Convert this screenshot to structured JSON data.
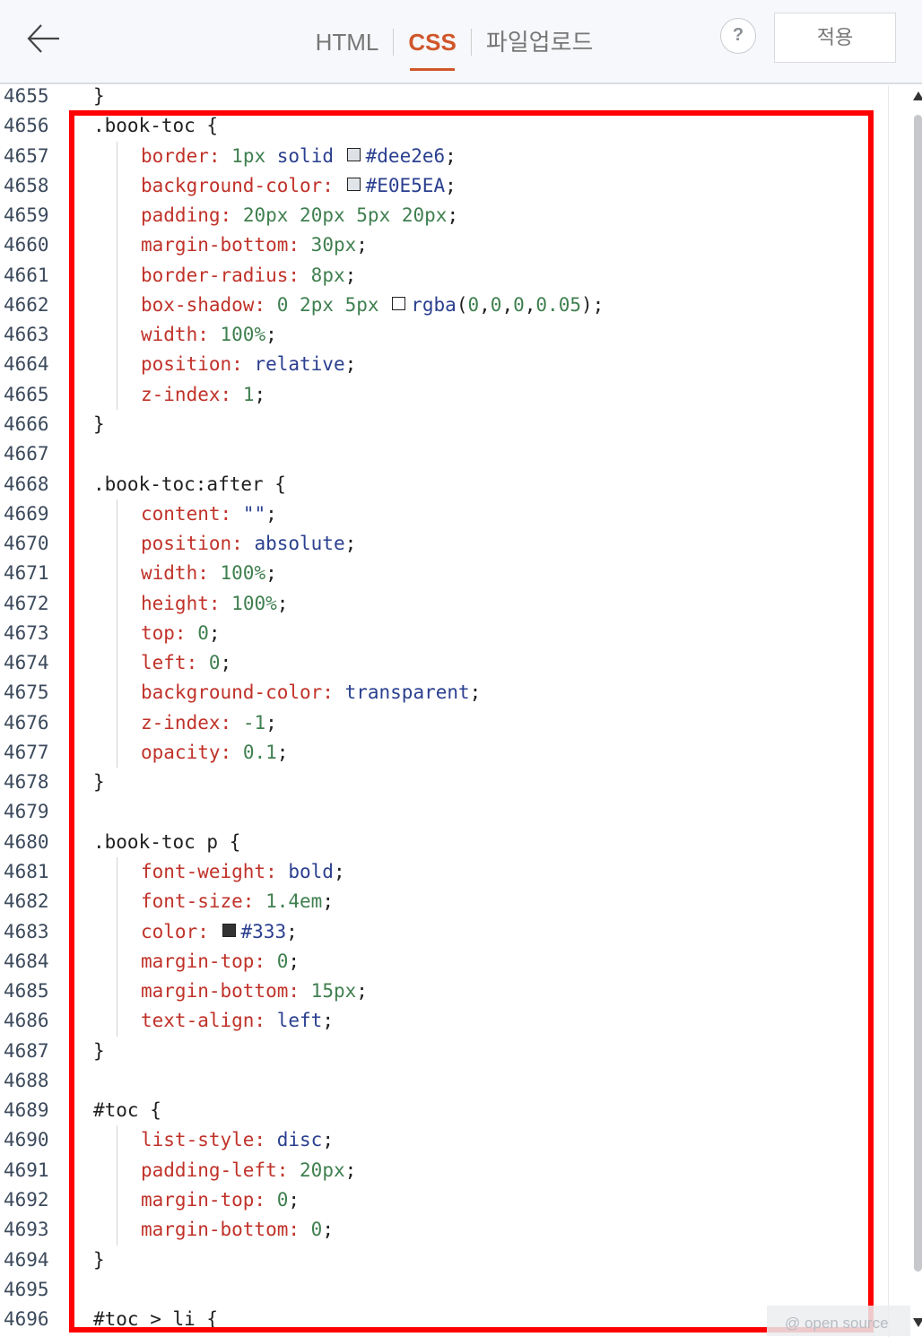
{
  "header": {
    "tabs": [
      {
        "label": "HTML",
        "active": false
      },
      {
        "label": "CSS",
        "active": true
      },
      {
        "label": "파일업로드",
        "active": false
      }
    ],
    "help_label": "?",
    "apply_label": "적용"
  },
  "colors": {
    "accent": "#d0562a",
    "highlight": "#ff0000",
    "property": "#c03229",
    "number": "#3f7f4f",
    "keyword": "#2a3f8f"
  },
  "watermark": "@ open source",
  "code_lines": [
    {
      "n": "4655",
      "text": "}"
    },
    {
      "n": "4656",
      "text": ".book-toc {"
    },
    {
      "n": "4657",
      "text": "border: 1px solid #dee2e6;"
    },
    {
      "n": "4658",
      "text": "background-color: #E0E5EA;"
    },
    {
      "n": "4659",
      "text": "padding: 20px 20px 5px 20px;"
    },
    {
      "n": "4660",
      "text": "margin-bottom: 30px;"
    },
    {
      "n": "4661",
      "text": "border-radius: 8px;"
    },
    {
      "n": "4662",
      "text": "box-shadow: 0 2px 5px rgba(0,0,0,0.05);"
    },
    {
      "n": "4663",
      "text": "width: 100%;"
    },
    {
      "n": "4664",
      "text": "position: relative;"
    },
    {
      "n": "4665",
      "text": "z-index: 1;"
    },
    {
      "n": "4666",
      "text": "}"
    },
    {
      "n": "4667",
      "text": ""
    },
    {
      "n": "4668",
      "text": ".book-toc:after {"
    },
    {
      "n": "4669",
      "text": "content: \"\";"
    },
    {
      "n": "4670",
      "text": "position: absolute;"
    },
    {
      "n": "4671",
      "text": "width: 100%;"
    },
    {
      "n": "4672",
      "text": "height: 100%;"
    },
    {
      "n": "4673",
      "text": "top: 0;"
    },
    {
      "n": "4674",
      "text": "left: 0;"
    },
    {
      "n": "4675",
      "text": "background-color: transparent;"
    },
    {
      "n": "4676",
      "text": "z-index: -1;"
    },
    {
      "n": "4677",
      "text": "opacity: 0.1;"
    },
    {
      "n": "4678",
      "text": "}"
    },
    {
      "n": "4679",
      "text": ""
    },
    {
      "n": "4680",
      "text": ".book-toc p {"
    },
    {
      "n": "4681",
      "text": "font-weight: bold;"
    },
    {
      "n": "4682",
      "text": "font-size: 1.4em;"
    },
    {
      "n": "4683",
      "text": "color: #333;"
    },
    {
      "n": "4684",
      "text": "margin-top: 0;"
    },
    {
      "n": "4685",
      "text": "margin-bottom: 15px;"
    },
    {
      "n": "4686",
      "text": "text-align: left;"
    },
    {
      "n": "4687",
      "text": "}"
    },
    {
      "n": "4688",
      "text": ""
    },
    {
      "n": "4689",
      "text": "#toc {"
    },
    {
      "n": "4690",
      "text": "list-style: disc;"
    },
    {
      "n": "4691",
      "text": "padding-left: 20px;"
    },
    {
      "n": "4692",
      "text": "margin-top: 0;"
    },
    {
      "n": "4693",
      "text": "margin-bottom: 0;"
    },
    {
      "n": "4694",
      "text": "}"
    },
    {
      "n": "4695",
      "text": ""
    },
    {
      "n": "4696",
      "text": "#toc > li {"
    }
  ],
  "swatch_colors": {
    "4657": "#dee2e6",
    "4658": "#E0E5EA",
    "4662": "#ffffff",
    "4683": "#333333"
  }
}
